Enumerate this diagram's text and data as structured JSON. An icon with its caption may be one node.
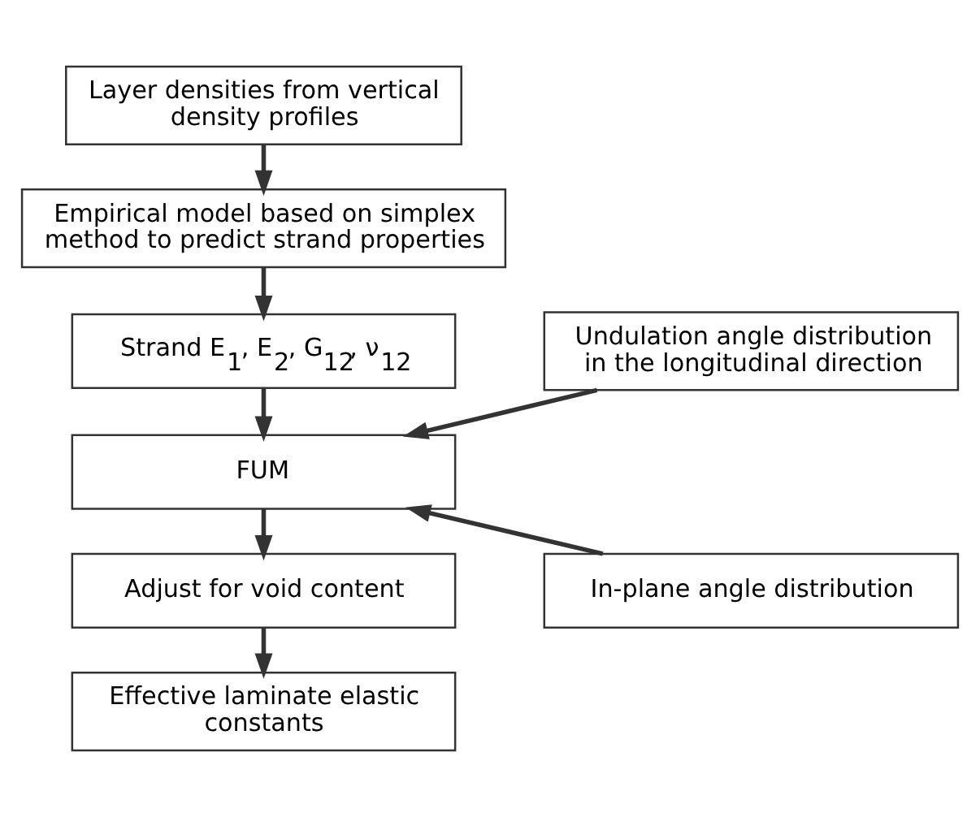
{
  "diagram": {
    "nodes": [
      {
        "text": [
          "Layer densities from vertical density profiles"
        ]
      },
      {
        "text": [
          "Empirical model based on simplex method to predict strand properties"
        ]
      },
      {
        "text": [
          "Strand E$_{1}$, E$_{2}$, G$_{12}$, ν$_{12}$"
        ]
      },
      {
        "text": [
          "FUM"
        ]
      },
      {
        "text": [
          "Adjust for void content"
        ]
      },
      {
        "text": [
          "Effective laminate elastic constants"
        ]
      },
      {
        "text": [
          "Undulation angle distribution in the longitudinal direction"
        ]
      },
      {
        "text": [
          "In-plane angle distribution"
        ]
      }
    ],
    "edges": [
      {
        "from": 0,
        "to": 1,
        "arrow": "to"
      },
      {
        "from": 1,
        "to": 2,
        "arrow": "to"
      },
      {
        "from": 2,
        "to": 3,
        "arrow": "to"
      },
      {
        "from": 3,
        "to": 4,
        "arrow": "to"
      },
      {
        "from": 4,
        "to": 5,
        "arrow": "to"
      },
      {
        "from": 6,
        "to": 3,
        "arrow": "to"
      },
      {
        "from": 7,
        "to": 3,
        "arrow": "to"
      }
    ]
  }
}
